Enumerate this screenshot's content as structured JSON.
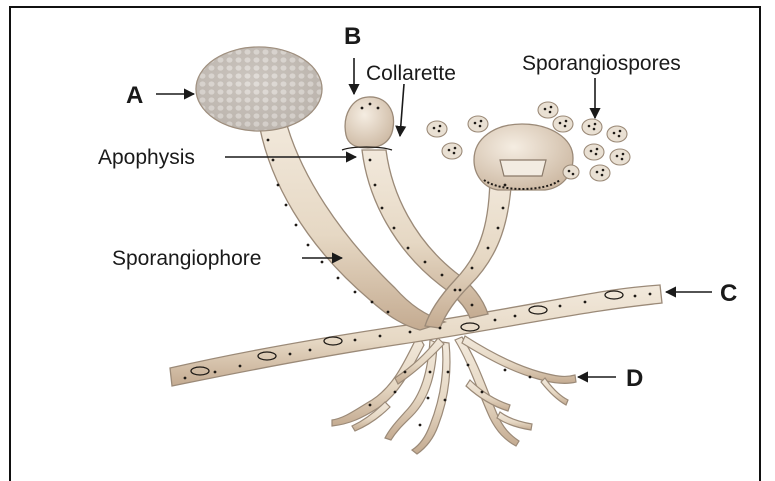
{
  "diagram": {
    "labels": {
      "a": "A",
      "b": "B",
      "c": "C",
      "d": "D",
      "collarette": "Collarette",
      "sporangiospores": "Sporangiospores",
      "apophysis": "Apophysis",
      "sporangiophore": "Sporangiophore"
    }
  },
  "colors": {
    "hypha_fill": "#ebe0d0",
    "hypha_shade": "#c9b29a",
    "outline": "#9b8a78",
    "sporangium_fill": "#c9c2bb",
    "dot": "#1e1a16",
    "text": "#1a1a1a"
  }
}
